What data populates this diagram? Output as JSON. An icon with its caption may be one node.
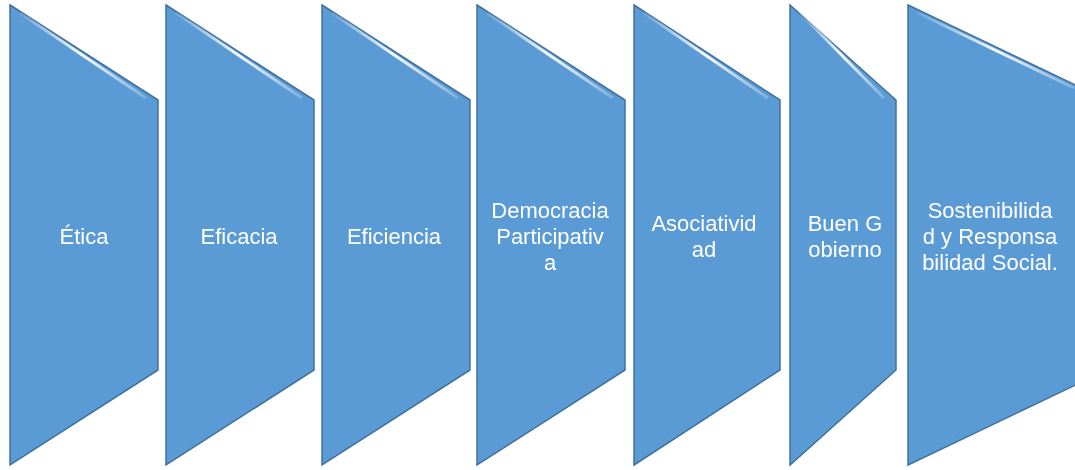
{
  "diagram": {
    "nodes": [
      {
        "text": [
          "Ética"
        ]
      },
      {
        "text": [
          "Eficacia"
        ]
      },
      {
        "text": [
          "Eficiencia"
        ]
      },
      {
        "text": [
          "Democracia Participativa"
        ]
      },
      {
        "text": [
          "Asociatividad"
        ]
      },
      {
        "text": [
          "Buen Gobierno"
        ]
      },
      {
        "text": [
          "Sostenibilidad y Responsabilidad Social."
        ]
      }
    ],
    "edges": []
  }
}
